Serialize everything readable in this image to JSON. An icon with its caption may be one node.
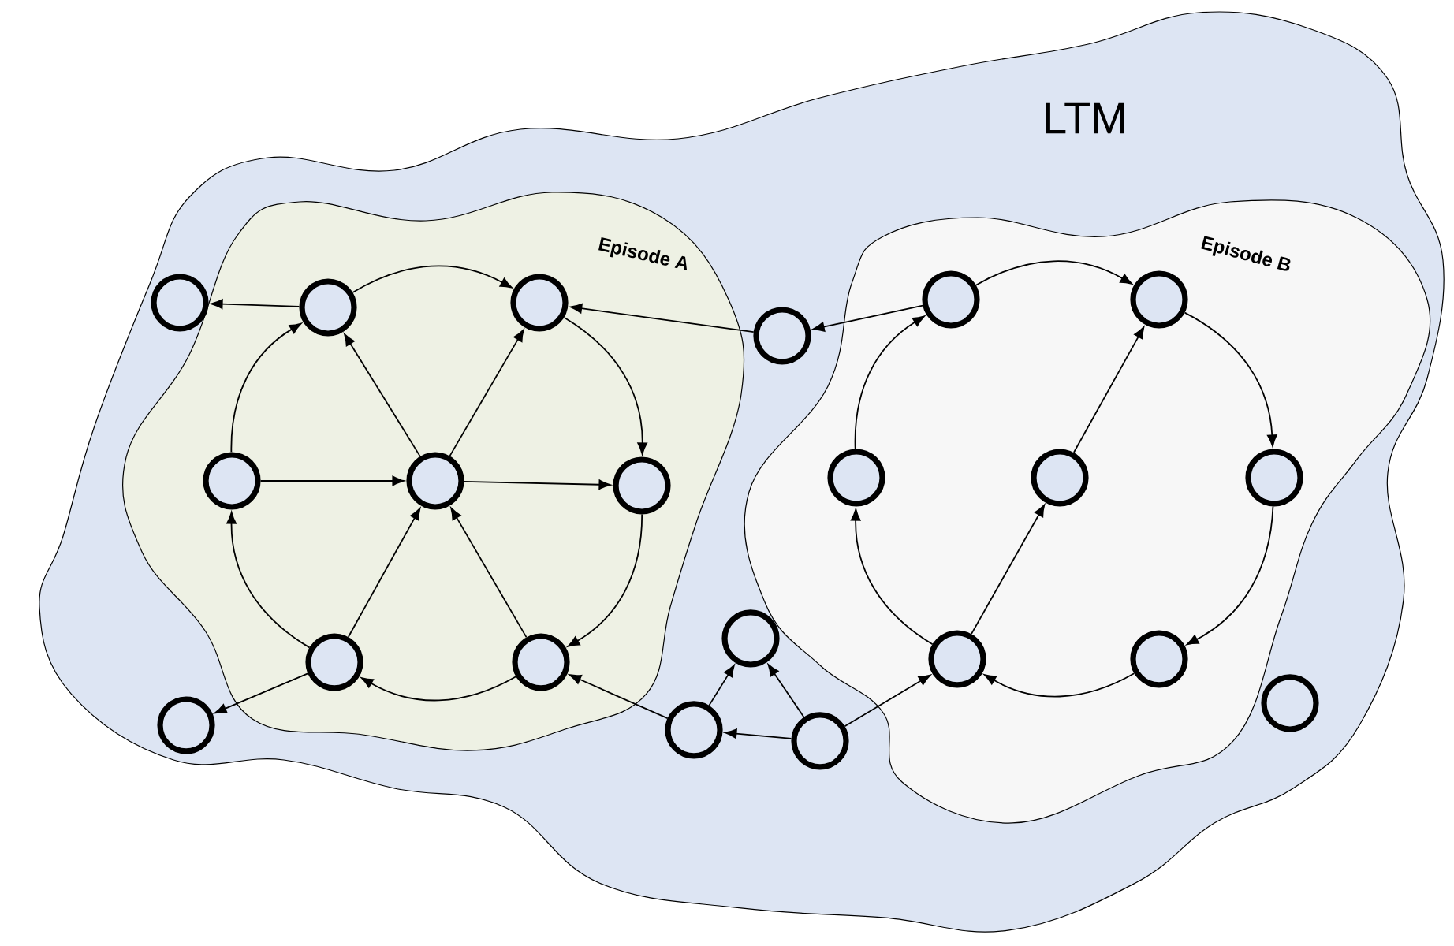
{
  "diagram": {
    "nodes": [
      {
        "text": [
          "LTM"
        ]
      },
      {
        "text": [
          "Episode A"
        ],
        "in": 0
      },
      {
        "text": [],
        "shape": "circle",
        "in": 1
      },
      {
        "text": [],
        "shape": "circle",
        "in": 1
      },
      {
        "text": [],
        "shape": "circle",
        "in": 1
      },
      {
        "text": [],
        "shape": "circle",
        "in": 1
      },
      {
        "text": [],
        "shape": "circle",
        "in": 1
      },
      {
        "text": [],
        "shape": "circle",
        "in": 1
      },
      {
        "text": [],
        "shape": "circle",
        "in": 1
      },
      {
        "text": [],
        "shape": "circle",
        "in": 0
      },
      {
        "text": [],
        "shape": "circle",
        "in": 0
      },
      {
        "text": [],
        "shape": "circle",
        "in": 0
      },
      {
        "text": [],
        "shape": "circle",
        "in": 0
      },
      {
        "text": [],
        "shape": "circle",
        "in": 0
      },
      {
        "text": [],
        "shape": "circle",
        "in": 0
      },
      {
        "text": [],
        "shape": "circle",
        "in": 0
      },
      {
        "text": [
          "Episode B"
        ],
        "in": 0
      },
      {
        "text": [],
        "shape": "circle",
        "in": 16
      },
      {
        "text": [],
        "shape": "circle",
        "in": 16
      },
      {
        "text": [],
        "shape": "circle",
        "in": 16
      },
      {
        "text": [],
        "shape": "circle",
        "in": 16
      },
      {
        "text": [],
        "shape": "circle",
        "in": 16
      },
      {
        "text": [],
        "shape": "circle",
        "in": 16
      },
      {
        "text": [],
        "shape": "circle",
        "in": 16
      }
    ],
    "edges": [
      {
        "from": 2,
        "to": 3,
        "arrow": "to"
      },
      {
        "from": 3,
        "to": 6,
        "arrow": "to"
      },
      {
        "from": 6,
        "to": 8,
        "arrow": "to"
      },
      {
        "from": 8,
        "to": 7,
        "arrow": "to"
      },
      {
        "from": 7,
        "to": 4,
        "arrow": "to"
      },
      {
        "from": 4,
        "to": 2,
        "arrow": "to"
      },
      {
        "from": 5,
        "to": 2,
        "arrow": "to"
      },
      {
        "from": 5,
        "to": 3,
        "arrow": "to"
      },
      {
        "from": 4,
        "to": 5,
        "arrow": "to"
      },
      {
        "from": 5,
        "to": 6,
        "arrow": "to"
      },
      {
        "from": 7,
        "to": 5,
        "arrow": "to"
      },
      {
        "from": 8,
        "to": 5,
        "arrow": "to"
      },
      {
        "from": 2,
        "to": 9,
        "arrow": "to"
      },
      {
        "from": 7,
        "to": 10,
        "arrow": "to"
      },
      {
        "from": 11,
        "to": 3,
        "arrow": "to"
      },
      {
        "from": 17,
        "to": 11,
        "arrow": "to"
      },
      {
        "from": 13,
        "to": 8,
        "arrow": "to"
      },
      {
        "from": 13,
        "to": 12,
        "arrow": "to"
      },
      {
        "from": 14,
        "to": 12,
        "arrow": "to"
      },
      {
        "from": 14,
        "to": 13,
        "arrow": "to"
      },
      {
        "from": 14,
        "to": 22,
        "arrow": "to"
      },
      {
        "from": 17,
        "to": 18,
        "arrow": "to"
      },
      {
        "from": 18,
        "to": 21,
        "arrow": "to"
      },
      {
        "from": 21,
        "to": 23,
        "arrow": "to"
      },
      {
        "from": 23,
        "to": 22,
        "arrow": "to"
      },
      {
        "from": 22,
        "to": 19,
        "arrow": "to"
      },
      {
        "from": 19,
        "to": 17,
        "arrow": "to"
      },
      {
        "from": 22,
        "to": 20,
        "arrow": "to"
      },
      {
        "from": 20,
        "to": 18,
        "arrow": "to"
      }
    ]
  }
}
